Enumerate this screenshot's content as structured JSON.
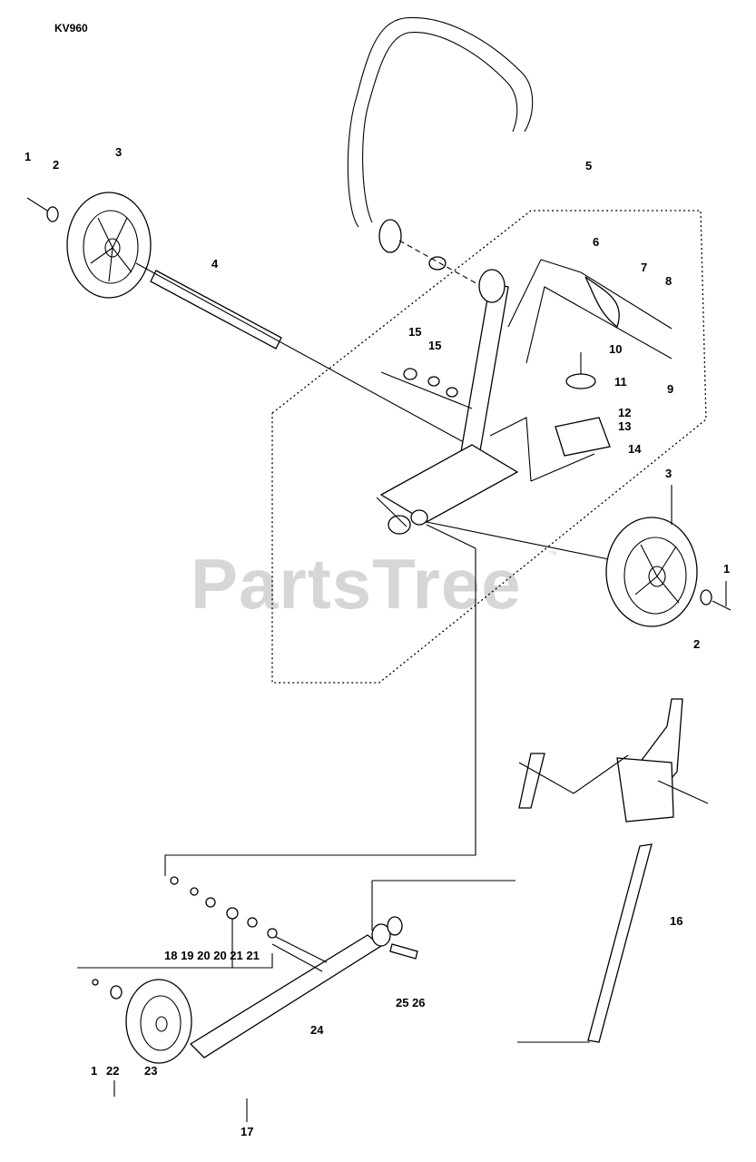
{
  "model": "KV960",
  "watermark": "PartsTree",
  "watermark_tm": "™",
  "callouts": [
    {
      "id": "c1a",
      "text": "1"
    },
    {
      "id": "c2a",
      "text": "2"
    },
    {
      "id": "c3a",
      "text": "3"
    },
    {
      "id": "c4",
      "text": "4"
    },
    {
      "id": "c5",
      "text": "5"
    },
    {
      "id": "c6",
      "text": "6"
    },
    {
      "id": "c7",
      "text": "7"
    },
    {
      "id": "c8",
      "text": "8"
    },
    {
      "id": "c9",
      "text": "9"
    },
    {
      "id": "c10",
      "text": "10"
    },
    {
      "id": "c11",
      "text": "11"
    },
    {
      "id": "c12",
      "text": "12"
    },
    {
      "id": "c13",
      "text": "13"
    },
    {
      "id": "c14",
      "text": "14"
    },
    {
      "id": "c15a",
      "text": "15"
    },
    {
      "id": "c15b",
      "text": "15"
    },
    {
      "id": "c3b",
      "text": "3"
    },
    {
      "id": "c1b",
      "text": "1"
    },
    {
      "id": "c2b",
      "text": "2"
    },
    {
      "id": "c16",
      "text": "16"
    },
    {
      "id": "c18to21",
      "text": "18 19 20 20 21 21"
    },
    {
      "id": "c25to26",
      "text": "25  26"
    },
    {
      "id": "c24",
      "text": "24"
    },
    {
      "id": "c1c",
      "text": "1"
    },
    {
      "id": "c22",
      "text": "22"
    },
    {
      "id": "c23",
      "text": "23"
    },
    {
      "id": "c17",
      "text": "17"
    }
  ]
}
